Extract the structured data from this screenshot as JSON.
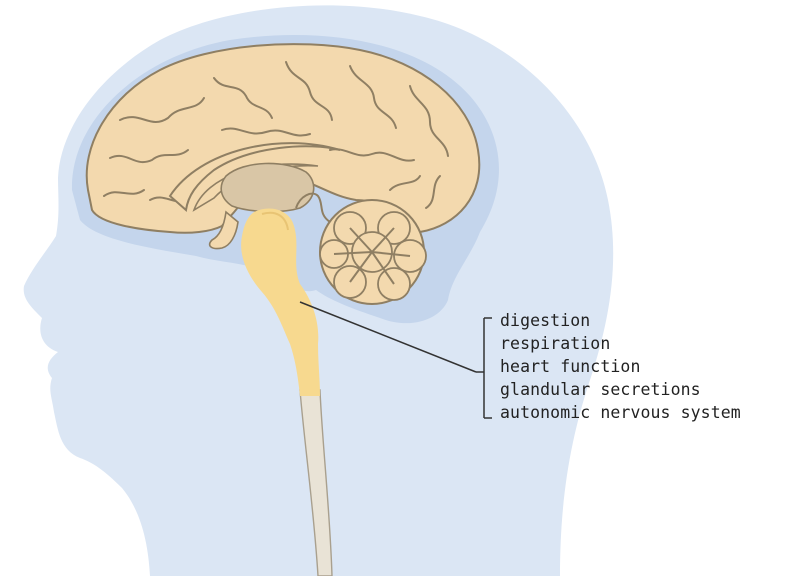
{
  "labels": [
    "digestion",
    "respiration",
    "heart function",
    "glandular secretions",
    "autonomic nervous system"
  ],
  "colors": {
    "head": "#dbe6f4",
    "brain_cavity": "#c4d5ec",
    "cerebrum": "#f3d9ae",
    "brain_outline": "#8f7f63",
    "brainstem": "#f7d98f",
    "spinal_cord": "#e9e3d6",
    "thalamus": "#d9c6a6",
    "line": "#333333"
  }
}
